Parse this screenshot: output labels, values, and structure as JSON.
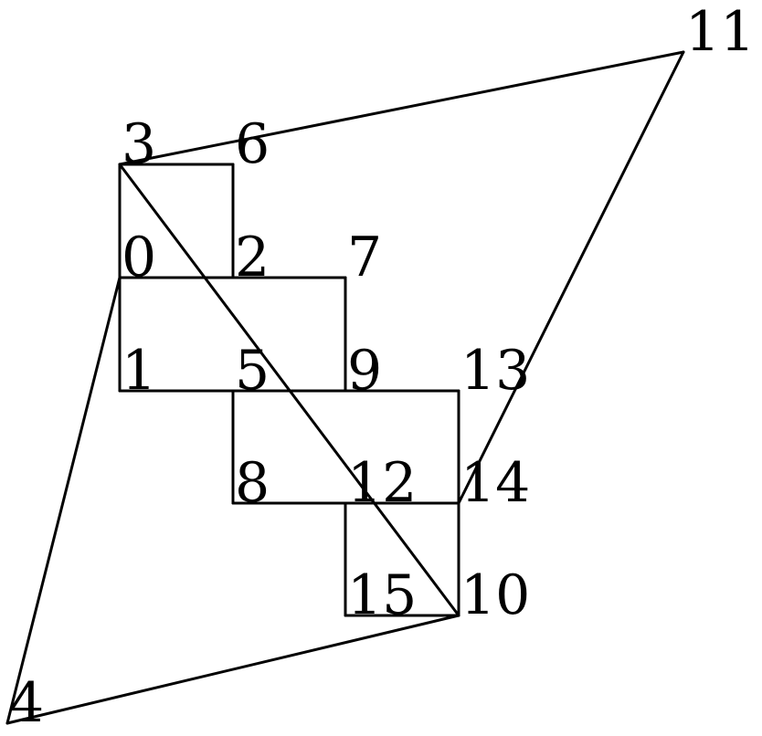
{
  "graph": {
    "nodes": [
      "0",
      "1",
      "2",
      "3",
      "4",
      "5",
      "6",
      "7",
      "8",
      "9",
      "10",
      "11",
      "12",
      "13",
      "14",
      "15"
    ],
    "edges": [
      [
        "3",
        "6"
      ],
      [
        "3",
        "1"
      ],
      [
        "6",
        "2"
      ],
      [
        "0",
        "7"
      ],
      [
        "7",
        "9"
      ],
      [
        "1",
        "13"
      ],
      [
        "5",
        "8"
      ],
      [
        "8",
        "14"
      ],
      [
        "13",
        "14"
      ],
      [
        "12",
        "15"
      ],
      [
        "15",
        "10"
      ],
      [
        "14",
        "10"
      ],
      [
        "3",
        "10"
      ],
      [
        "3",
        "11"
      ],
      [
        "11",
        "14"
      ],
      [
        "0",
        "4"
      ],
      [
        "4",
        "10"
      ]
    ]
  }
}
